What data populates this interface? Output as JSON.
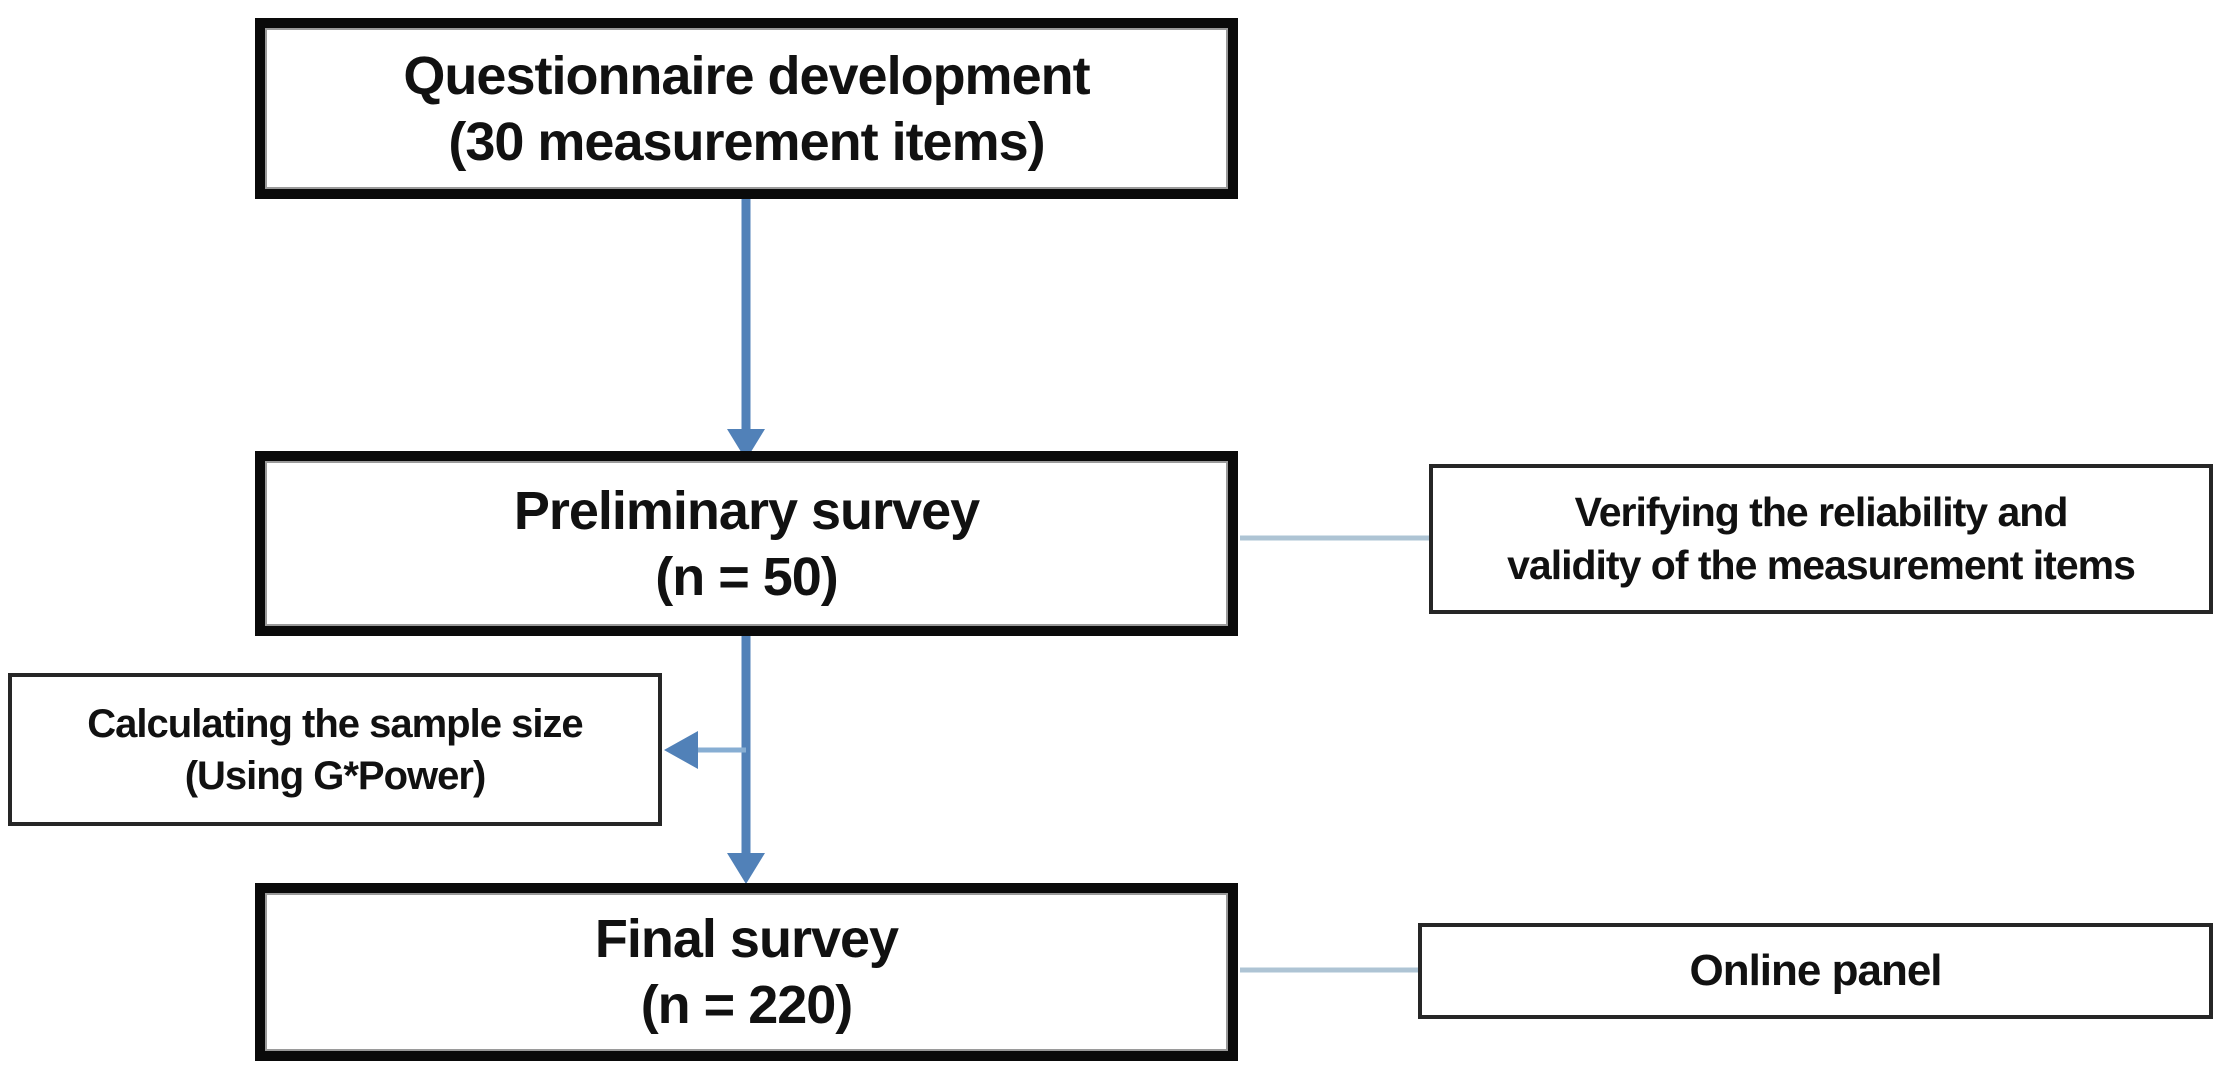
{
  "colors": {
    "arrow_blue": "#5181b8",
    "branch_line_blue": "#87aed3",
    "connector_pale": "#aec4d4",
    "box_border": "#0a0a0a",
    "background": "#ffffff"
  },
  "nodes": {
    "questionnaire": {
      "line1": "Questionnaire development",
      "line2": "(30 measurement items)"
    },
    "preliminary": {
      "line1": "Preliminary survey",
      "line2": "(n = 50)"
    },
    "verifying": {
      "line1": "Verifying the reliability and",
      "line2": "validity of the measurement items"
    },
    "calculating": {
      "line1": "Calculating the sample size",
      "line2": "(Using G*Power)"
    },
    "final": {
      "line1": "Final survey",
      "line2": "(n = 220)"
    },
    "online": {
      "line1": "Online panel"
    }
  },
  "edges": [
    {
      "from": "questionnaire",
      "to": "preliminary",
      "type": "arrow-down"
    },
    {
      "from": "preliminary",
      "to": "final",
      "type": "arrow-down"
    },
    {
      "from": "preliminary-final-arrow",
      "to": "calculating",
      "type": "arrow-left-branch"
    },
    {
      "from": "preliminary",
      "to": "verifying",
      "type": "plain-connector"
    },
    {
      "from": "final",
      "to": "online",
      "type": "plain-connector"
    }
  ]
}
